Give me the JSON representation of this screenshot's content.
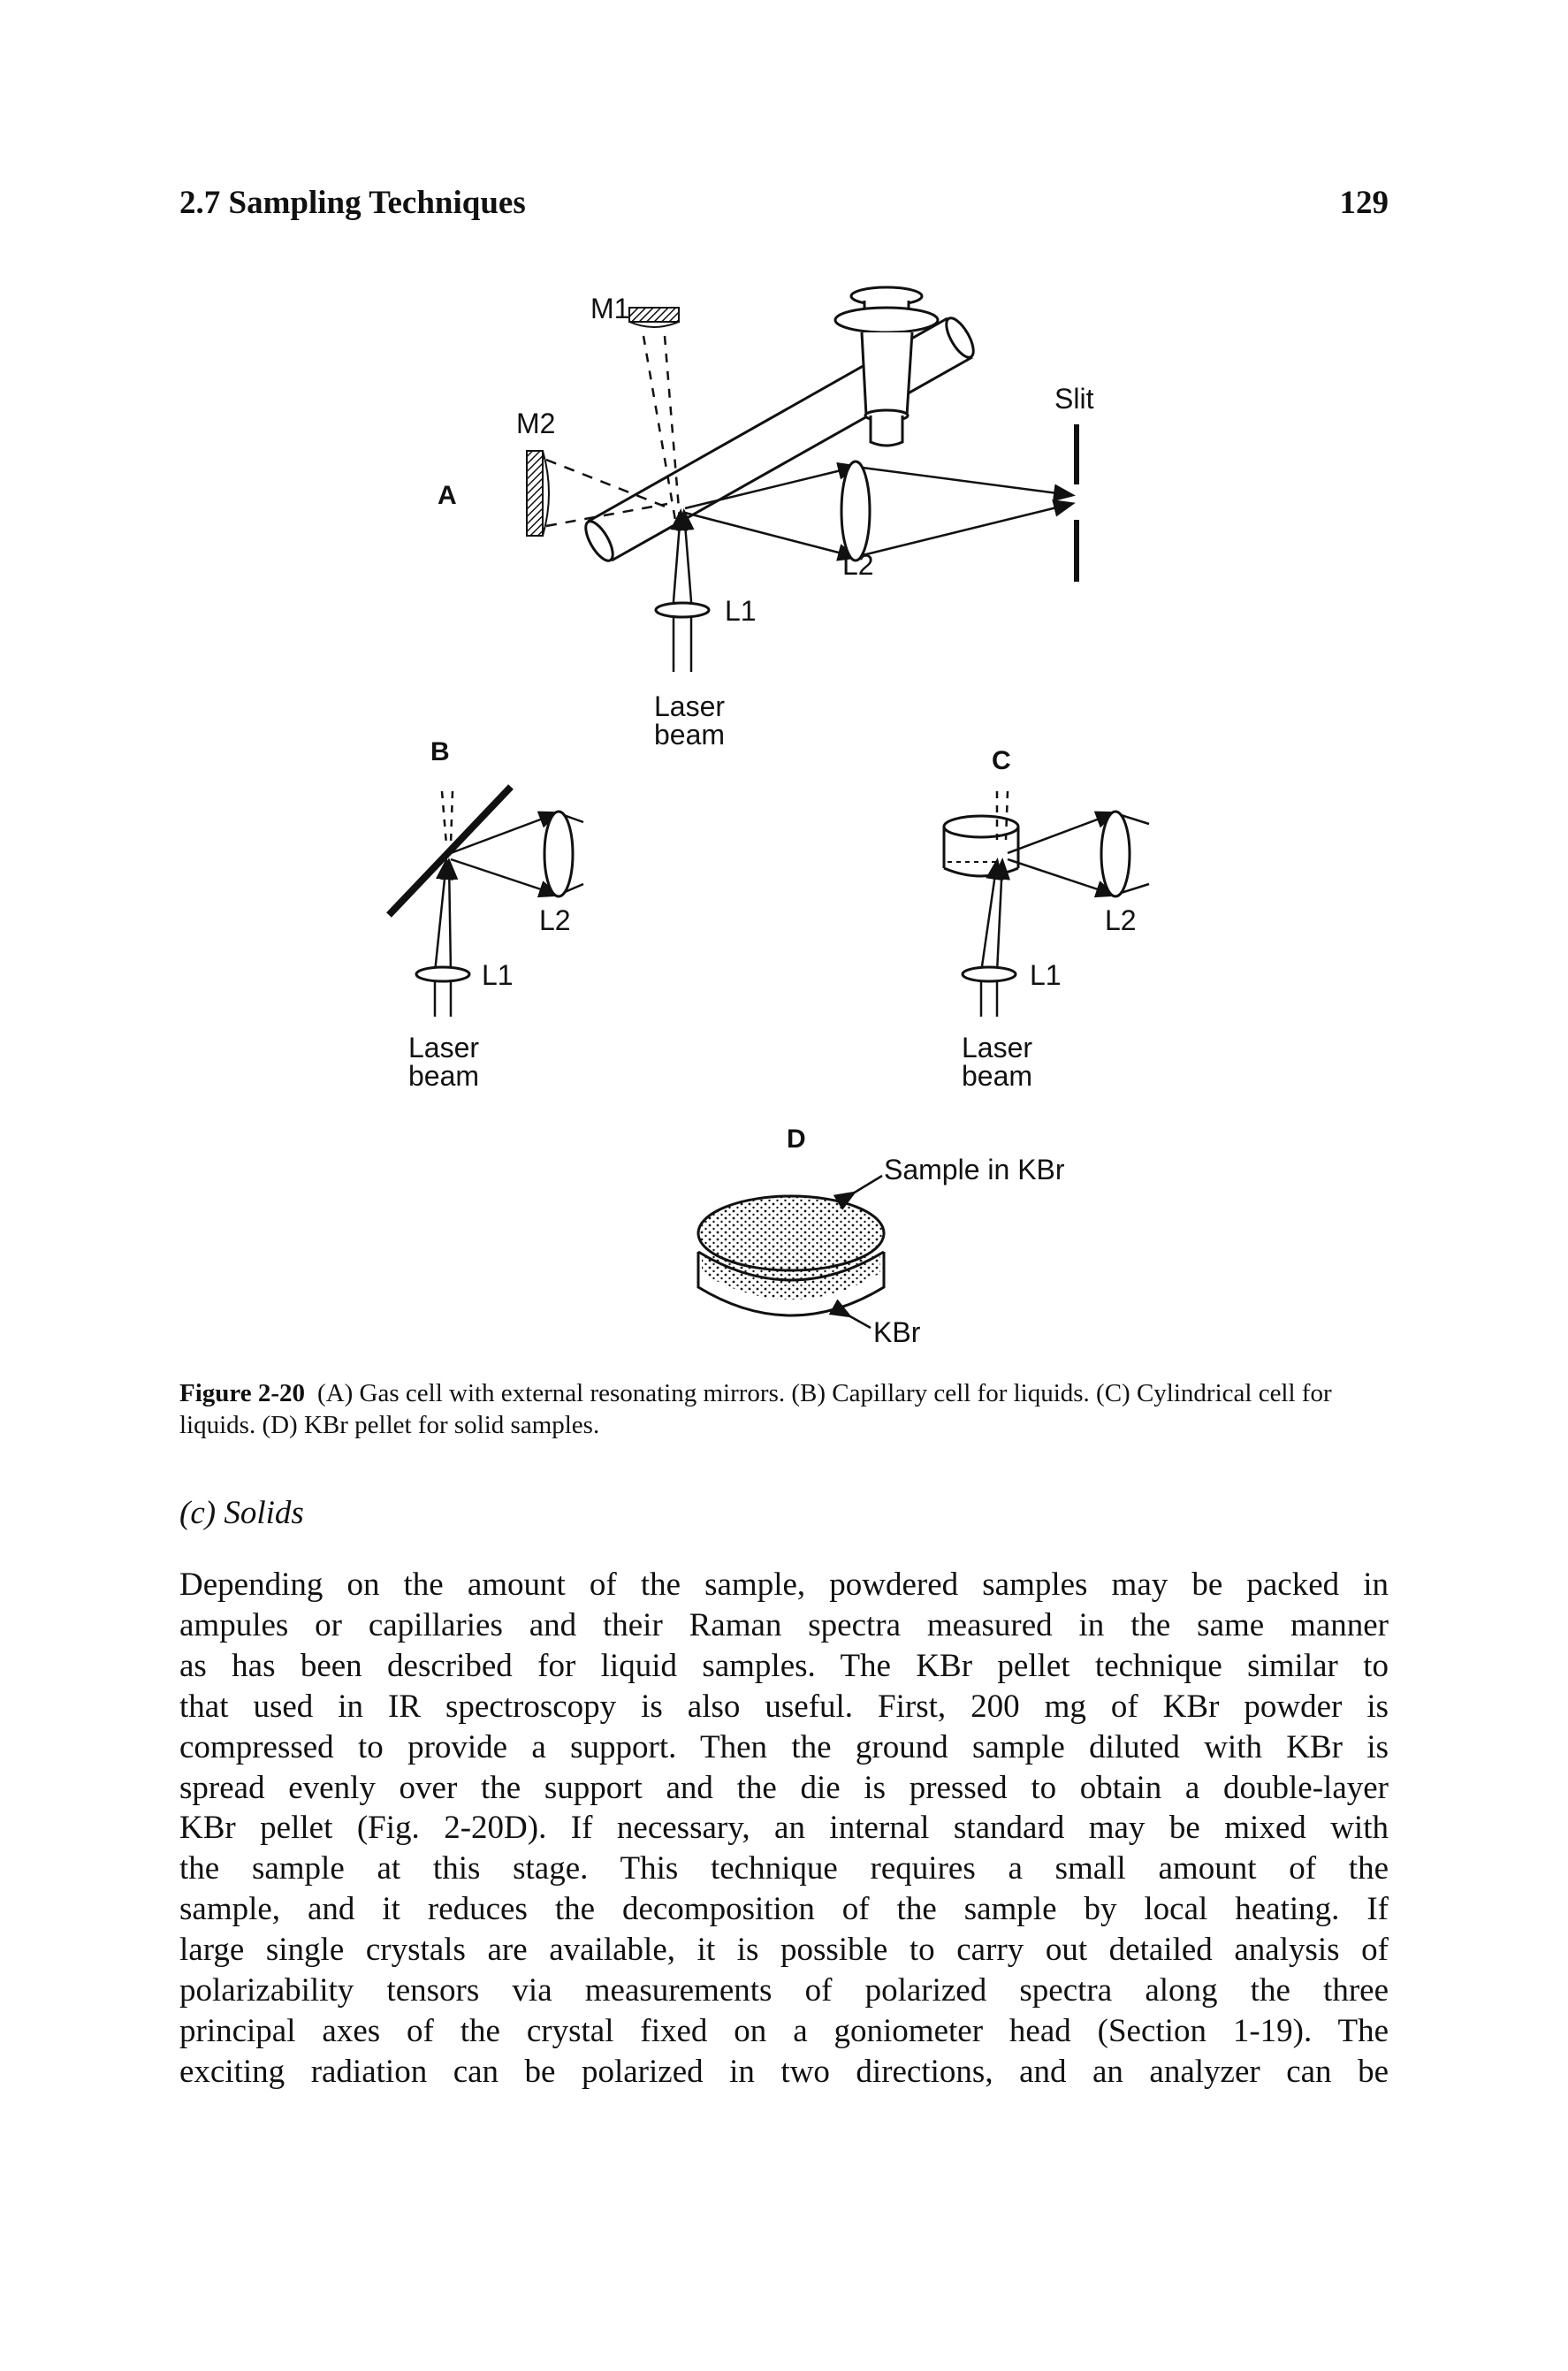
{
  "header": {
    "section_title": "2.7 Sampling Techniques",
    "page_number": "129"
  },
  "figure": {
    "panel_a": {
      "label": "A",
      "m1": "M1",
      "m2": "M2",
      "slit": "Slit",
      "l2": "L2",
      "l1": "L1",
      "laser_1": "Laser",
      "laser_2": "beam"
    },
    "panel_b": {
      "label": "B",
      "l2": "L2",
      "l1": "L1",
      "laser_1": "Laser",
      "laser_2": "beam"
    },
    "panel_c": {
      "label": "C",
      "l2": "L2",
      "l1": "L1",
      "laser_1": "Laser",
      "laser_2": "beam"
    },
    "panel_d": {
      "label": "D",
      "sample": "Sample in KBr",
      "kbr": "KBr"
    }
  },
  "caption": {
    "label": "Figure 2-20",
    "text": "(A) Gas cell with external resonating mirrors. (B) Capillary cell for liquids. (C) Cylindrical cell for liquids. (D) KBr pellet for solid samples."
  },
  "section": {
    "heading": "(c)  Solids"
  },
  "body": {
    "lines": [
      "Depending on the amount of the sample, powdered samples may be packed in",
      "ampules or capillaries and their Raman spectra measured in the same manner",
      "as has been described for liquid samples. The KBr pellet technique similar to",
      "that used in IR spectroscopy is also useful. First, 200 mg of KBr powder is",
      "compressed to provide a support. Then the ground sample diluted with KBr is",
      "spread evenly over the support and the die is pressed to obtain a double-layer",
      "KBr pellet (Fig. 2-20D). If necessary, an internal standard may be mixed with",
      "the sample at this stage. This technique requires a small amount of the",
      "sample, and it reduces the decomposition of the sample by local heating. If",
      "large single crystals are available, it is possible to carry out detailed analysis of",
      "polarizability tensors via measurements of polarized spectra along the three",
      "principal axes of the crystal fixed on a goniometer head (Section 1-19). The",
      "exciting radiation can be polarized in two directions, and an analyzer can be"
    ]
  }
}
